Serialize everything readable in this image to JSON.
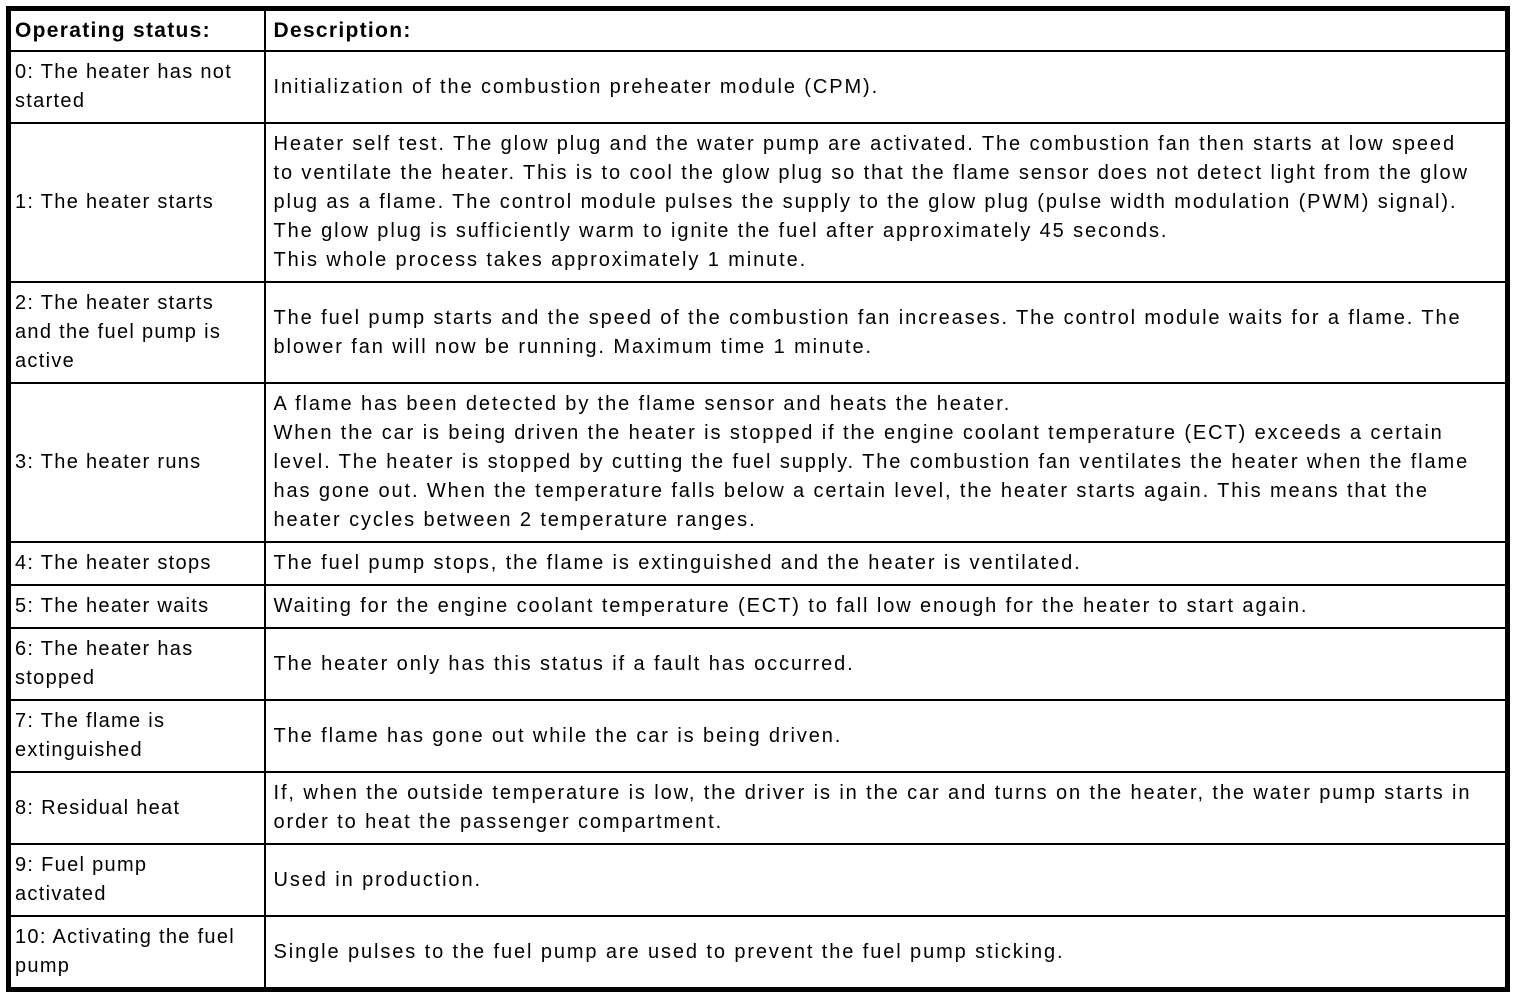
{
  "page": {
    "background_color": "#ffffff",
    "border_color": "#000000",
    "text_color": "#000000"
  },
  "table": {
    "columns": [
      {
        "label": "Operating status:"
      },
      {
        "label": "Description:"
      }
    ],
    "rows": [
      {
        "status": "0: The heater has not\nstarted",
        "description": "Initialization of the combustion preheater module (CPM)."
      },
      {
        "status": "1: The heater starts",
        "description": "Heater self test. The glow plug and the water pump are activated. The combustion fan then starts at low speed\nto ventilate the heater. This is to cool the glow plug so that the flame sensor does not detect light from the glow\nplug as a flame. The control module pulses the supply to the glow plug (pulse width modulation (PWM) signal).\nThe glow plug is sufficiently warm to ignite the fuel after approximately 45 seconds.\nThis whole process takes approximately 1 minute."
      },
      {
        "status": "2: The heater starts\nand the fuel pump is\nactive",
        "description": "The fuel pump starts and the speed of the combustion fan increases. The control module waits for a flame. The\nblower fan will now be running. Maximum time 1 minute."
      },
      {
        "status": "3: The heater runs",
        "description": "A flame has been detected by the flame sensor and heats the heater.\nWhen the car is being driven the heater is stopped if the engine coolant temperature (ECT) exceeds a certain\nlevel. The heater is stopped by cutting the fuel supply. The combustion fan ventilates the heater when the flame\nhas gone out. When the temperature falls below a certain level, the heater starts again. This means that the\nheater cycles between 2 temperature ranges."
      },
      {
        "status": "4: The heater stops",
        "description": "The fuel pump stops, the flame is extinguished and the heater is ventilated."
      },
      {
        "status": "5: The heater waits",
        "description": "Waiting for the engine coolant temperature (ECT) to fall low enough for the heater to start again."
      },
      {
        "status": "6: The heater has\nstopped",
        "description": "The heater only has this status if a fault has occurred."
      },
      {
        "status": "7: The flame is\nextinguished",
        "description": "The flame has gone out while the car is being driven."
      },
      {
        "status": "8: Residual heat",
        "description": "If, when the outside temperature is low, the driver is in the car and turns on the heater, the water pump starts in\norder to heat the passenger compartment."
      },
      {
        "status": "9: Fuel pump\nactivated",
        "description": "Used in production."
      },
      {
        "status": "10: Activating the fuel\npump",
        "description": "Single pulses to the fuel pump are used to prevent the fuel pump sticking."
      }
    ]
  }
}
